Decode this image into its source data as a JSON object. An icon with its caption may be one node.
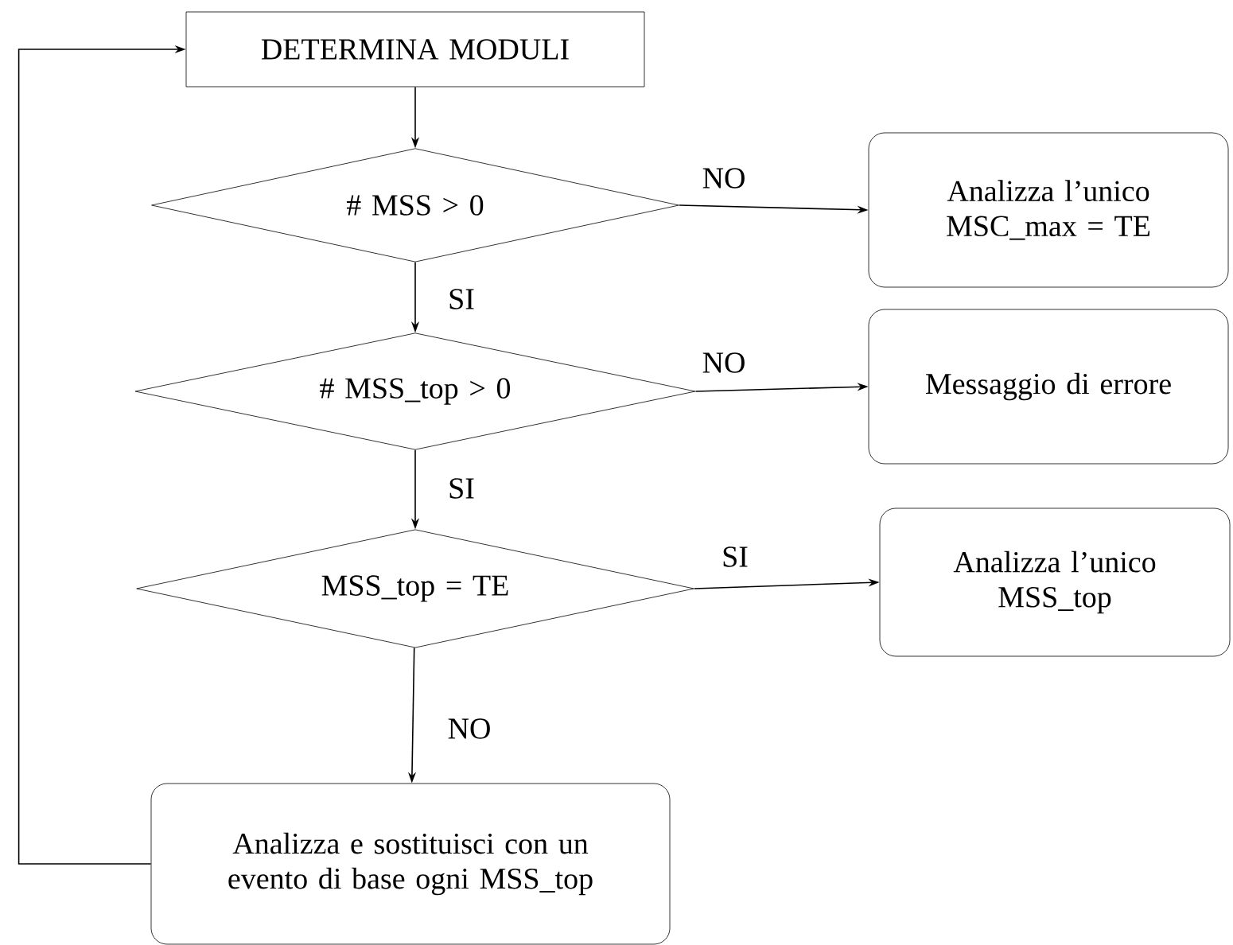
{
  "diagram": {
    "nodes": [
      {
        "text": [
          "DETERMINA MODULI"
        ]
      },
      {
        "text": [
          "# MSS > 0"
        ]
      },
      {
        "text": [
          "Analizza l’unico MSC_max = TE"
        ]
      },
      {
        "text": [
          "# MSS_top > 0"
        ]
      },
      {
        "text": [
          "Messaggio di errore"
        ]
      },
      {
        "text": [
          "MSS_top = TE"
        ]
      },
      {
        "text": [
          "Analizza l’unico MSS_top"
        ]
      },
      {
        "text": [
          "Analizza e sostituisci con un evento di base ogni MSS_top"
        ]
      }
    ],
    "edges": [
      {
        "from": 0,
        "to": 1,
        "arrow": "to"
      },
      {
        "from": 1,
        "to": 2,
        "arrow": "to",
        "label": "NO"
      },
      {
        "from": 1,
        "to": 3,
        "arrow": "to",
        "label": "SI"
      },
      {
        "from": 3,
        "to": 4,
        "arrow": "to",
        "label": "NO"
      },
      {
        "from": 3,
        "to": 5,
        "arrow": "to",
        "label": "SI"
      },
      {
        "from": 5,
        "to": 6,
        "arrow": "to",
        "label": "SI"
      },
      {
        "from": 5,
        "to": 7,
        "arrow": "to",
        "label": "NO"
      },
      {
        "from": 7,
        "to": 0,
        "arrow": "to"
      }
    ]
  }
}
